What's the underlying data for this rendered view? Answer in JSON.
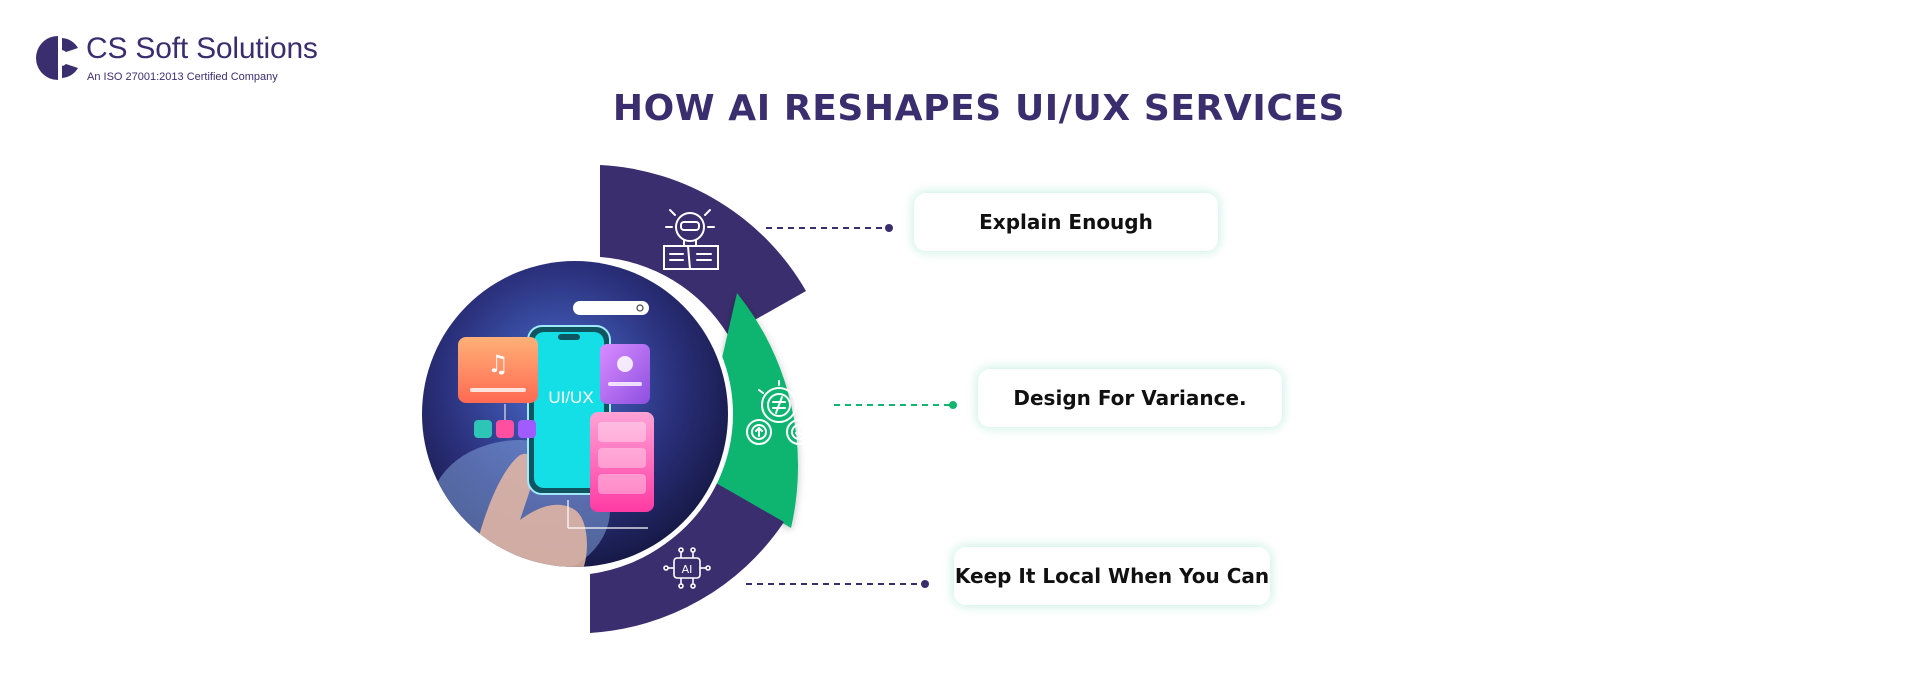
{
  "brand": {
    "name": "CS Soft Solutions",
    "tagline": "An ISO 27001:2013 Certified Company"
  },
  "title": "HOW AI RESHAPES UI/UX SERVICES",
  "hero_image": {
    "text": "UI/UX"
  },
  "segments": [
    {
      "icon": "lightbulb-book-icon",
      "color": "#3b2e6e",
      "label": "Explain Enough"
    },
    {
      "icon": "gears-not-equal-icon",
      "color": "#10b56f",
      "label": "Design For Variance."
    },
    {
      "icon": "ai-chip-icon",
      "color": "#3b2e6e",
      "label": "Keep It Local When You Can"
    }
  ],
  "colors": {
    "brand_purple": "#3b2e6e",
    "accent_green": "#10b56f"
  }
}
